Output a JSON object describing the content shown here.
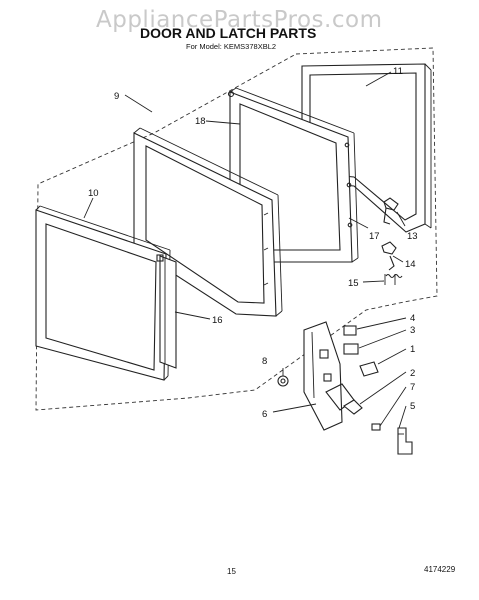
{
  "watermark": "AppliancePartsPros.com",
  "title": "DOOR AND LATCH PARTS",
  "subtitle": "For Model: KEMS378XBL2",
  "callouts": {
    "c1": "1",
    "c2": "2",
    "c3": "3",
    "c4": "4",
    "c5": "5",
    "c6": "6",
    "c7": "7",
    "c8": "8",
    "c9": "9",
    "c10": "10",
    "c11": "11",
    "c13": "13",
    "c14": "14",
    "c15": "15",
    "c16": "16",
    "c17": "17",
    "c18": "18"
  },
  "footer": {
    "page_number": "15",
    "doc_number": "4174229"
  }
}
